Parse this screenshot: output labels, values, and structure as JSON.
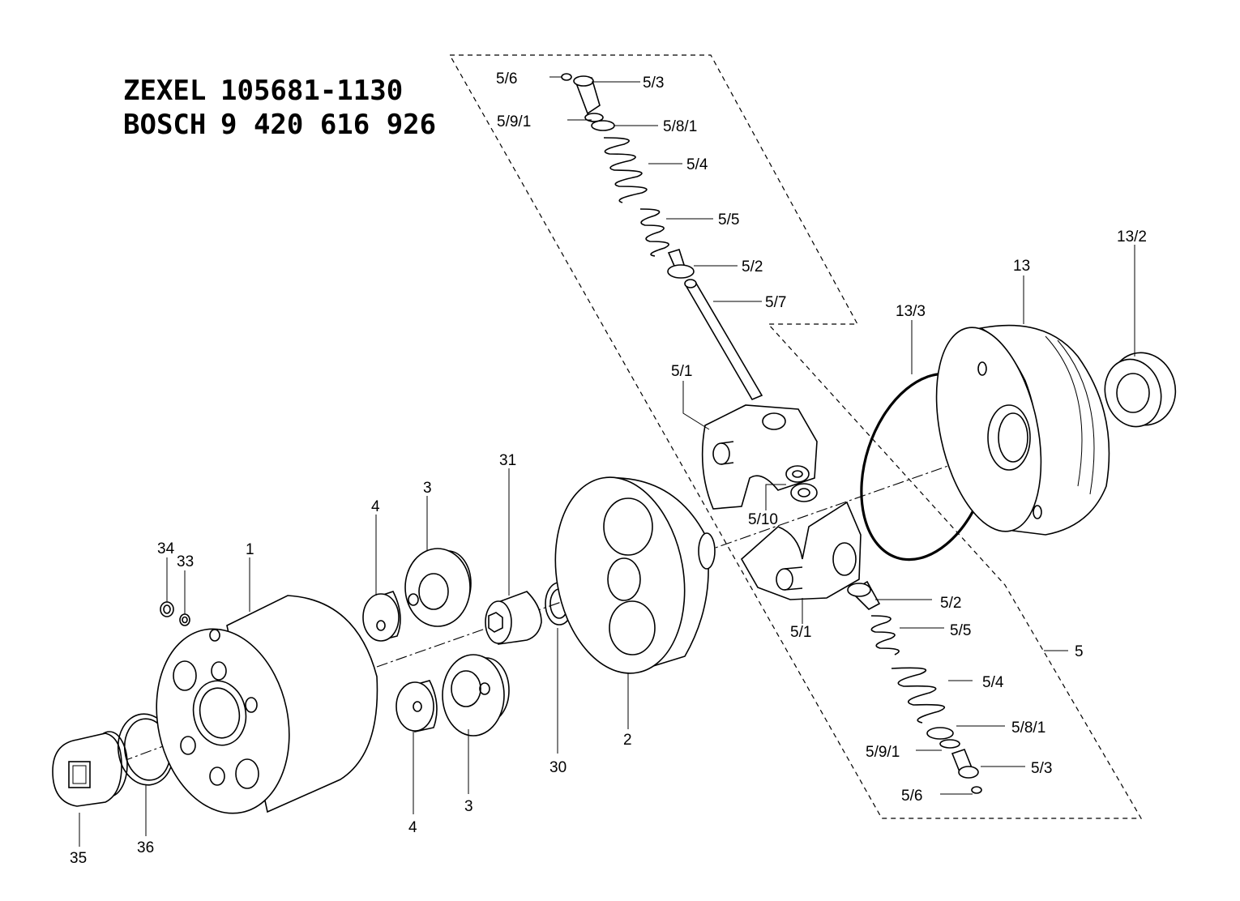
{
  "header": {
    "line1_brand": "ZEXEL",
    "line1_number": "105681-1130",
    "line2_brand": "BOSCH",
    "line2_number": "9 420 616 926"
  },
  "labels": {
    "l_5_6_top": "5/6",
    "l_5_3_top": "5/3",
    "l_5_9_1_top": "5/9/1",
    "l_5_8_1_top": "5/8/1",
    "l_5_4_top": "5/4",
    "l_5_5_top": "5/5",
    "l_5_2_top": "5/2",
    "l_5_7": "5/7",
    "l_5_1_top": "5/1",
    "l_5_10": "5/10",
    "l_5_1_bottom": "5/1",
    "l_5_2_bottom": "5/2",
    "l_5_5_bottom": "5/5",
    "l_5": "5",
    "l_5_4_bottom": "5/4",
    "l_5_8_1_bottom": "5/8/1",
    "l_5_9_1_bottom": "5/9/1",
    "l_5_3_bottom": "5/3",
    "l_5_6_bottom": "5/6",
    "l_13_2": "13/2",
    "l_13": "13",
    "l_13_3": "13/3",
    "l_31": "31",
    "l_30": "30",
    "l_2": "2",
    "l_3_top": "3",
    "l_4_top": "4",
    "l_3_bottom": "3",
    "l_4_bottom": "4",
    "l_34": "34",
    "l_33": "33",
    "l_1": "1",
    "l_35": "35",
    "l_36": "36"
  }
}
